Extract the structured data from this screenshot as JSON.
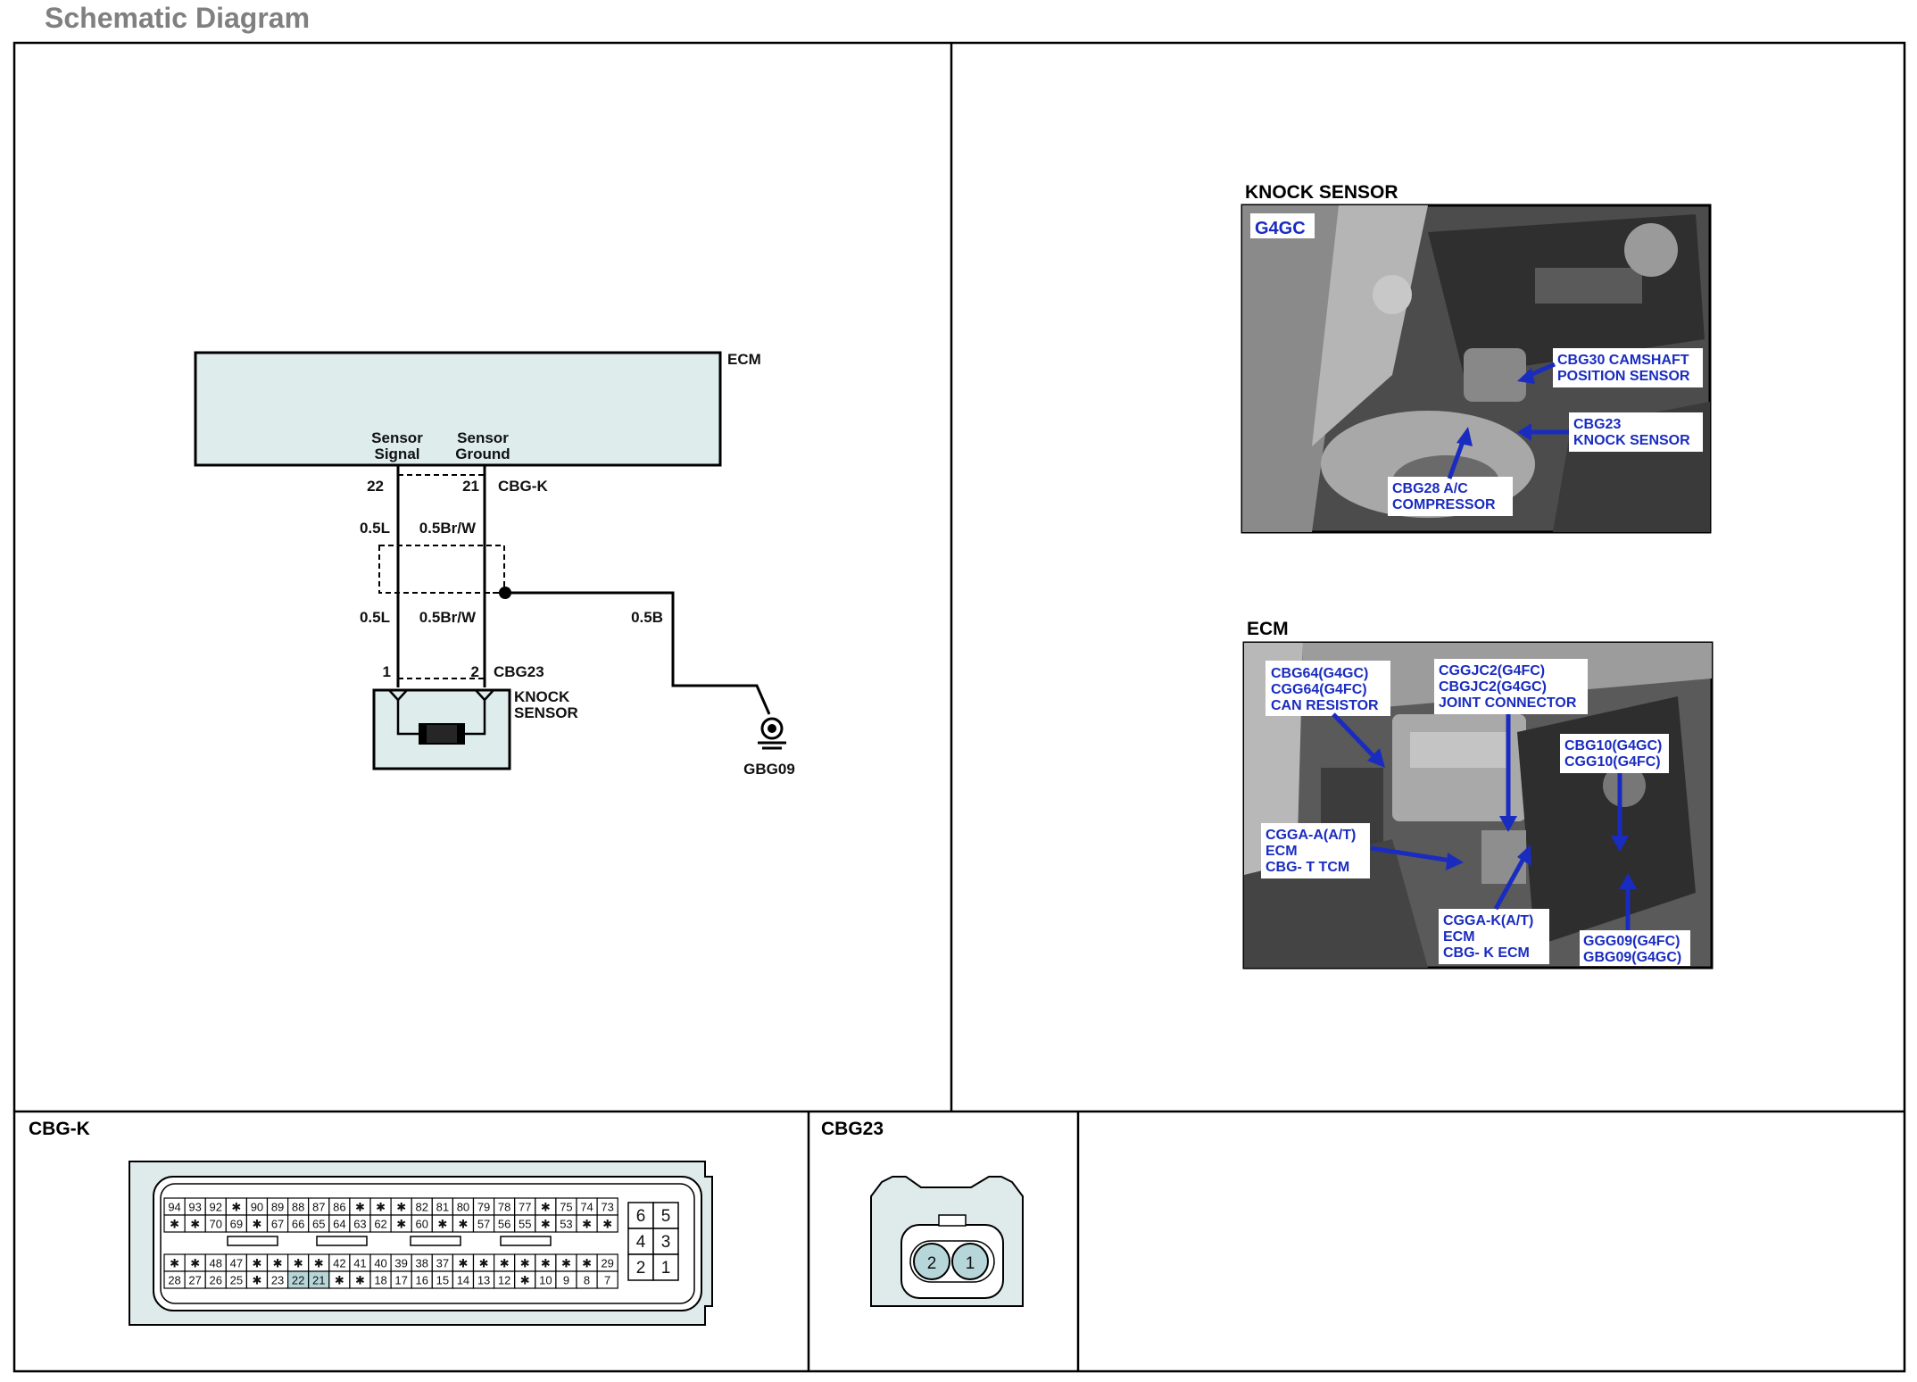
{
  "page": {
    "title": "Schematic Diagram"
  },
  "schematic": {
    "ecm_label": "ECM",
    "sensor_signal": [
      "Sensor",
      "Signal"
    ],
    "sensor_ground": [
      "Sensor",
      "Ground"
    ],
    "pin_22": "22",
    "pin_21": "21",
    "connector_ecm": "CBG-K",
    "wire_signal_top": "0.5L",
    "wire_ground_top": "0.5Br/W",
    "wire_signal_bottom": "0.5L",
    "wire_ground_bottom": "0.5Br/W",
    "wire_shield": "0.5B",
    "pin_1": "1",
    "pin_2": "2",
    "connector_sensor": "CBG23",
    "sensor_label": [
      "KNOCK",
      "SENSOR"
    ],
    "ground_label": "GBG09"
  },
  "photos": {
    "knock": {
      "heading": "KNOCK SENSOR",
      "engine_tag": "G4GC",
      "callout_cam": [
        "CBG30 CAMSHAFT",
        "POSITION SENSOR"
      ],
      "callout_knock": [
        "CBG23",
        "KNOCK SENSOR"
      ],
      "callout_ac": [
        "CBG28 A/C",
        "COMPRESSOR"
      ]
    },
    "ecm": {
      "heading": "ECM",
      "callout_can": [
        "CBG64(G4GC)",
        "CGG64(G4FC)",
        "CAN RESISTOR"
      ],
      "callout_joint": [
        "CGGJC2(G4FC)",
        "CBGJC2(G4GC)",
        "JOINT CONNECTOR"
      ],
      "callout_cbg10": [
        "CBG10(G4GC)",
        "CGG10(G4FC)"
      ],
      "callout_tcm": [
        "CGGA-A(A/T)",
        "ECM",
        "CBG- T TCM"
      ],
      "callout_ecmk": [
        "CGGA-K(A/T)",
        "ECM",
        "CBG- K ECM"
      ],
      "callout_ground": [
        "GGG09(G4FC)",
        "GBG09(G4GC)"
      ]
    }
  },
  "connectors": {
    "cbg_k": {
      "title": "CBG-K",
      "row1": [
        "94",
        "93",
        "92",
        "*",
        "90",
        "89",
        "88",
        "87",
        "86",
        "*",
        "*",
        "*",
        "82",
        "81",
        "80",
        "79",
        "78",
        "77",
        "*",
        "75",
        "74",
        "73"
      ],
      "row2": [
        "*",
        "*",
        "70",
        "69",
        "*",
        "67",
        "66",
        "65",
        "64",
        "63",
        "62",
        "*",
        "60",
        "*",
        "*",
        "57",
        "56",
        "55",
        "*",
        "53",
        "*",
        "*"
      ],
      "row3": [
        "*",
        "*",
        "48",
        "47",
        "*",
        "*",
        "*",
        "*",
        "42",
        "41",
        "40",
        "39",
        "38",
        "37",
        "*",
        "*",
        "*",
        "*",
        "*",
        "*",
        "*",
        "29"
      ],
      "row4": [
        "28",
        "27",
        "26",
        "25",
        "*",
        "23",
        "22",
        "21",
        "*",
        "*",
        "18",
        "17",
        "16",
        "15",
        "14",
        "13",
        "12",
        "*",
        "10",
        "9",
        "8",
        "7"
      ],
      "side": [
        "6",
        "5",
        "4",
        "3",
        "2",
        "1"
      ]
    },
    "cbg23": {
      "title": "CBG23",
      "pins": [
        "2",
        "1"
      ]
    }
  },
  "colors": {
    "ecm_fill": "#deecec",
    "connector_fill": "#dfeaea",
    "highlight_pin": "#b7d6d9",
    "callout_text": "#1a2cc0"
  }
}
